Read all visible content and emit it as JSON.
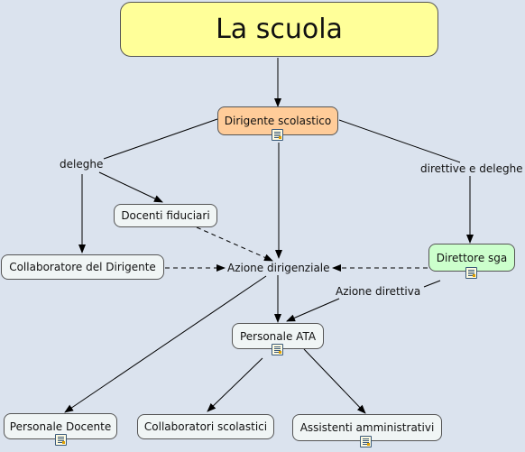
{
  "title": "La scuola",
  "nodes": {
    "dirigente": "Dirigente scolastico",
    "docenti_fiduciari": "Docenti fiduciari",
    "collaboratore": "Collaboratore del Dirigente",
    "direttore": "Direttore sga",
    "personale_ata": "Personale ATA",
    "personale_docente": "Personale Docente",
    "collaboratori_scolastici": "Collaboratori scolastici",
    "assistenti": "Assistenti amministrativi"
  },
  "links": {
    "deleghe": "deleghe",
    "direttive": "direttive e deleghe",
    "azione_dirigenziale": "Azione dirigenziale",
    "azione_direttiva": "Azione direttiva"
  },
  "colors": {
    "background": "#dbe3ee",
    "title_fill": "#ffff99",
    "dirigente_fill": "#ffcc99",
    "direttore_fill": "#ccffcc",
    "node_fill": "#f0f5f5"
  },
  "icons": [
    "document-icon"
  ]
}
